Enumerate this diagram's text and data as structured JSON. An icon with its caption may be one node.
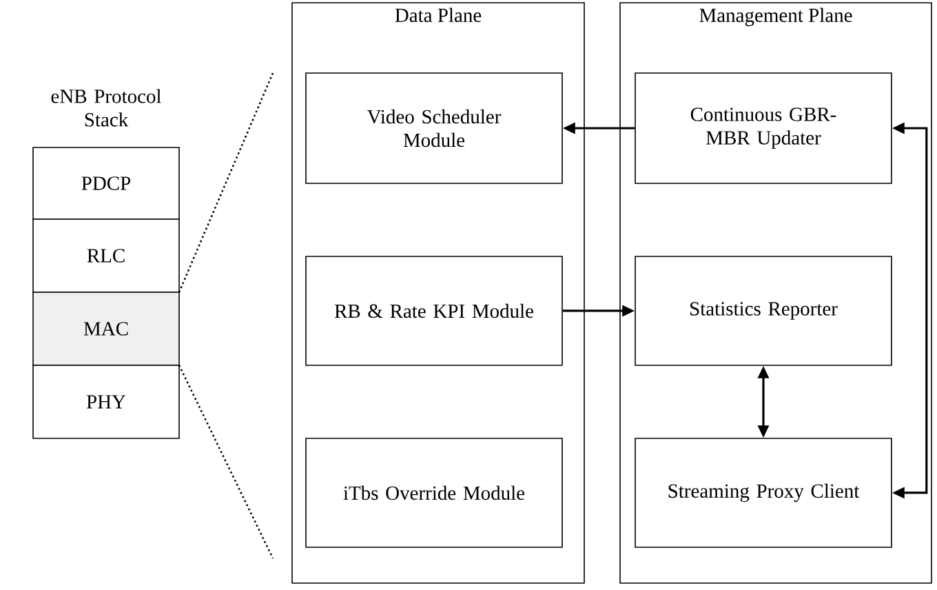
{
  "diagram": {
    "nodes": [
      {
        "text": [
          "PDCP"
        ]
      },
      {
        "text": [
          "RLC"
        ]
      },
      {
        "text": [
          "MAC"
        ]
      },
      {
        "text": [
          "PHY"
        ]
      },
      {
        "text": [
          "Data Plane"
        ]
      },
      {
        "text": [
          "Video Scheduler Module"
        ],
        "in": 4
      },
      {
        "text": [
          "RB & Rate KPI Module"
        ],
        "in": 4
      },
      {
        "text": [
          "iTbs Override Module"
        ],
        "in": 4
      },
      {
        "text": [
          "Management Plane"
        ]
      },
      {
        "text": [
          "Continuous GBR-MBR Updater"
        ],
        "in": 8
      },
      {
        "text": [
          "Statistics Reporter"
        ],
        "in": 8
      },
      {
        "text": [
          "Streaming Proxy Client"
        ],
        "in": 8
      }
    ],
    "edges": [
      {
        "from": 9,
        "to": 5,
        "arrow": "to"
      },
      {
        "from": 6,
        "to": 10,
        "arrow": "to"
      },
      {
        "from": 10,
        "to": 11,
        "arrow": "both"
      },
      {
        "from": 9,
        "to": 11,
        "arrow": "both"
      }
    ],
    "labels": [
      "eNB Protocol Stack"
    ]
  }
}
